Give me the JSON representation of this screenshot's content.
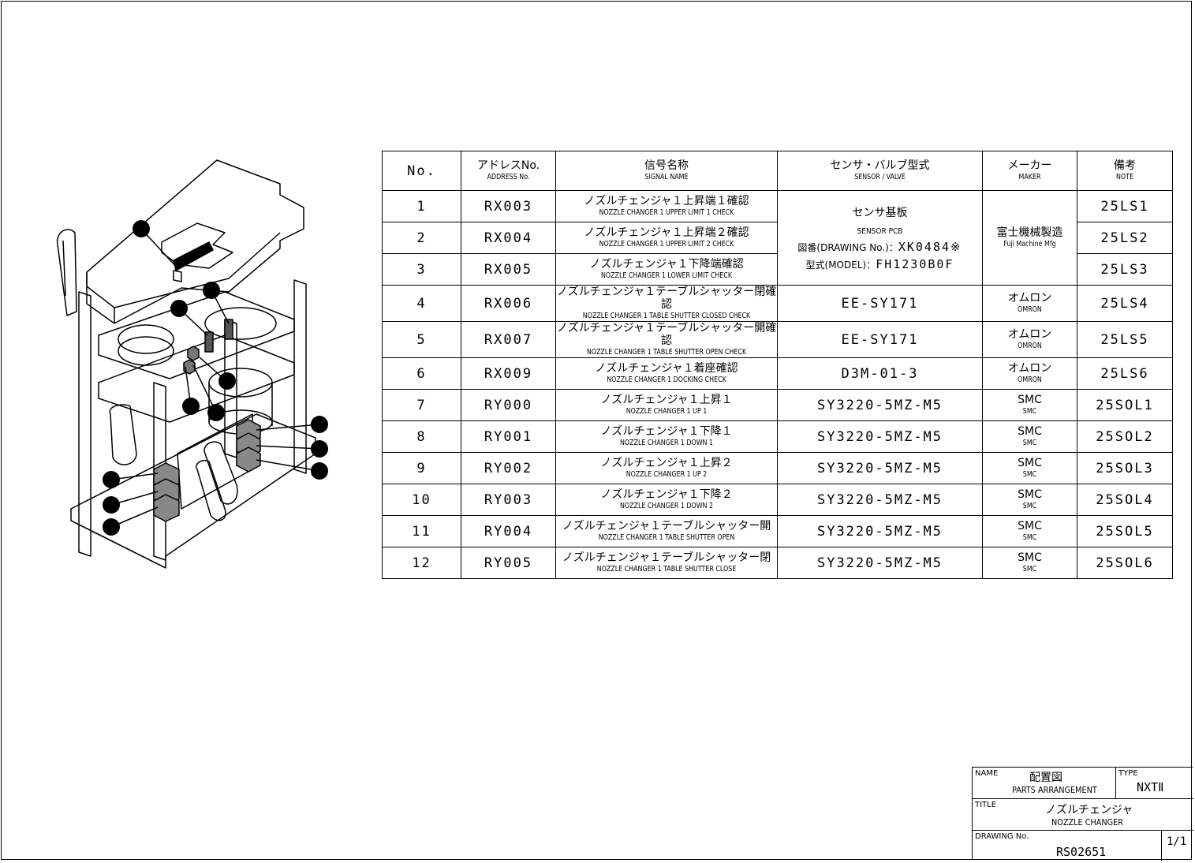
{
  "headers": [
    {
      "jp": "No.",
      "en": ""
    },
    {
      "jp": "アドレスNo.",
      "en": "ADDRESS No."
    },
    {
      "jp": "信号名称",
      "en": "SIGNAL NAME"
    },
    {
      "jp": "センサ・バルブ型式",
      "en": "SENSOR / VALVE"
    },
    {
      "jp": "メーカー",
      "en": "MAKER"
    },
    {
      "jp": "備考",
      "en": "NOTE"
    }
  ],
  "rows": [
    {
      "no": "1",
      "address": "RX003",
      "signal_jp": "ノズルチェンジャ１上昇端１確認",
      "signal_en": "NOZZLE CHANGER 1 UPPER LIMIT 1 CHECK",
      "note": "25LS1"
    },
    {
      "no": "2",
      "address": "RX004",
      "signal_jp": "ノズルチェンジャ１上昇端２確認",
      "signal_en": "NOZZLE CHANGER 1 UPPER LIMIT 2 CHECK",
      "note": "25LS2"
    },
    {
      "no": "3",
      "address": "RX005",
      "signal_jp": "ノズルチェンジャ１下降端確認",
      "signal_en": "NOZZLE CHANGER 1 LOWER LIMIT CHECK",
      "note": "25LS3"
    },
    {
      "no": "4",
      "address": "RX006",
      "signal_jp": "ノズルチェンジャ１テーブルシャッター閉確認",
      "signal_en": "NOZZLE CHANGER 1 TABLE SHUTTER CLOSED CHECK",
      "sensor": "EE-SY171",
      "maker_jp": "オムロン",
      "maker_en": "OMRON",
      "note": "25LS4"
    },
    {
      "no": "5",
      "address": "RX007",
      "signal_jp": "ノズルチェンジャ１テーブルシャッター開確認",
      "signal_en": "NOZZLE CHANGER 1 TABLE SHUTTER OPEN CHECK",
      "sensor": "EE-SY171",
      "maker_jp": "オムロン",
      "maker_en": "OMRON",
      "note": "25LS5"
    },
    {
      "no": "6",
      "address": "RX009",
      "signal_jp": "ノズルチェンジャ１着座確認",
      "signal_en": "NOZZLE CHANGER 1 DOCKING CHECK",
      "sensor": "D3M-01-3",
      "maker_jp": "オムロン",
      "maker_en": "OMRON",
      "note": "25LS6"
    },
    {
      "no": "7",
      "address": "RY000",
      "signal_jp": "ノズルチェンジャ１上昇１",
      "signal_en": "NOZZLE CHANGER 1 UP 1",
      "sensor": "SY3220-5MZ-M5",
      "maker_jp": "SMC",
      "maker_en": "SMC",
      "note": "25SOL1"
    },
    {
      "no": "8",
      "address": "RY001",
      "signal_jp": "ノズルチェンジャ１下降１",
      "signal_en": "NOZZLE CHANGER 1 DOWN 1",
      "sensor": "SY3220-5MZ-M5",
      "maker_jp": "SMC",
      "maker_en": "SMC",
      "note": "25SOL2"
    },
    {
      "no": "9",
      "address": "RY002",
      "signal_jp": "ノズルチェンジャ１上昇２",
      "signal_en": "NOZZLE CHANGER 1 UP 2",
      "sensor": "SY3220-5MZ-M5",
      "maker_jp": "SMC",
      "maker_en": "SMC",
      "note": "25SOL3"
    },
    {
      "no": "10",
      "address": "RY003",
      "signal_jp": "ノズルチェンジャ１下降２",
      "signal_en": "NOZZLE CHANGER 1 DOWN 2",
      "sensor": "SY3220-5MZ-M5",
      "maker_jp": "SMC",
      "maker_en": "SMC",
      "note": "25SOL4"
    },
    {
      "no": "11",
      "address": "RY004",
      "signal_jp": "ノズルチェンジャ１テーブルシャッター開",
      "signal_en": "NOZZLE CHANGER 1 TABLE SHUTTER OPEN",
      "sensor": "SY3220-5MZ-M5",
      "maker_jp": "SMC",
      "maker_en": "SMC",
      "note": "25SOL5"
    },
    {
      "no": "12",
      "address": "RY005",
      "signal_jp": "ノズルチェンジャ１テーブルシャッター閉",
      "signal_en": "NOZZLE CHANGER 1 TABLE SHUTTER CLOSE",
      "sensor": "SY3220-5MZ-M5",
      "maker_jp": "SMC",
      "maker_en": "SMC",
      "note": "25SOL6"
    }
  ],
  "merged": {
    "sensor_pcb_jp": "センサ基板",
    "sensor_pcb_en": "SENSOR PCB",
    "drawing_label": "図番(DRAWING No.)：",
    "drawing_value": "XK0484※",
    "model_label": "型式(MODEL)：",
    "model_value": "FH1230B0F",
    "maker_jp": "富士機械製造",
    "maker_en": "Fuji Machine Mfg"
  },
  "titleblock": {
    "name_label": "NAME",
    "name_jp": "配置図",
    "name_en": "PARTS ARRANGEMENT",
    "type_label": "TYPE",
    "type_value": "NXTⅡ",
    "title_label": "TITLE",
    "title_jp": "ノズルチェンジャ",
    "title_en": "NOZZLE CHANGER",
    "drawing_label": "DRAWING No.",
    "drawing_value": "RS02651",
    "sheet": "1/1"
  }
}
